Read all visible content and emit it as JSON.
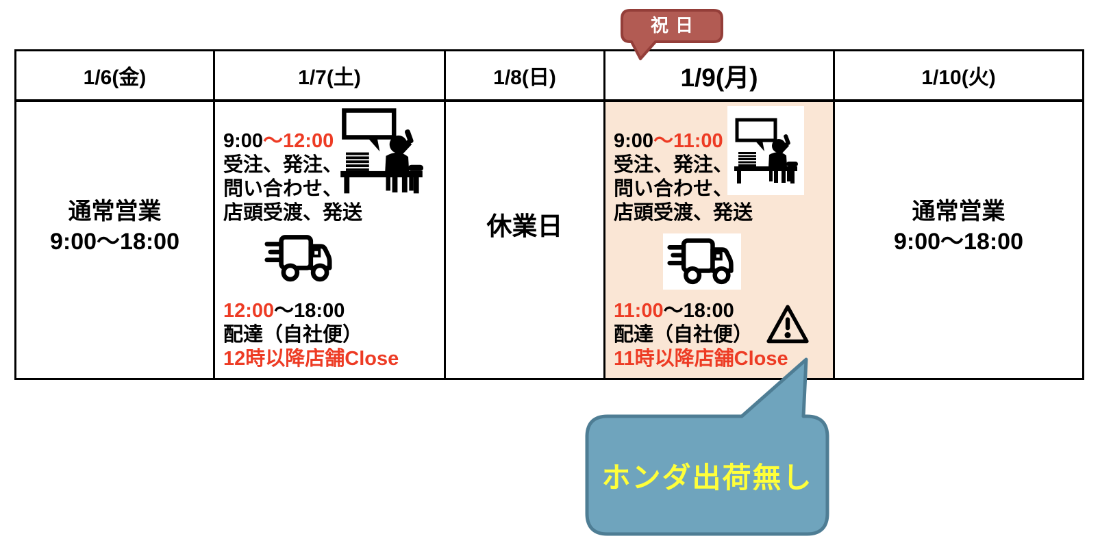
{
  "badge": {
    "label": "祝日",
    "fill": "#B25B53",
    "border": "#943E39",
    "text_color": "#FFFFFF"
  },
  "table": {
    "headers": [
      {
        "label": "1/6(金)"
      },
      {
        "label": "1/7(土)"
      },
      {
        "label": "1/8(日)"
      },
      {
        "label": "1/9(月)"
      },
      {
        "label": "1/10(火)"
      }
    ],
    "friday": {
      "line1": "通常営業",
      "line2": "9:00～18:00"
    },
    "saturday": {
      "morning_time_black": "9:00",
      "morning_time_red": "～12:00",
      "morning_tasks": [
        "受注、発注、",
        "問い合わせ、",
        "店頭受渡、発送"
      ],
      "afternoon_time_red": "12:00",
      "afternoon_time_black": "～18:00",
      "afternoon_task": "配達（自社便）",
      "afternoon_notice": "12時以降店舗Close"
    },
    "sunday": {
      "label": "休業日"
    },
    "monday": {
      "morning_time_black": "9:00",
      "morning_time_red": "～11:00",
      "morning_tasks": [
        "受注、発注、",
        "問い合わせ、",
        "店頭受渡、発送"
      ],
      "afternoon_time_red": "11:00",
      "afternoon_time_black": "～18:00",
      "afternoon_task": "配達（自社便）",
      "afternoon_notice": "11時以降店舗Close",
      "highlight_color": "#FAE6D5"
    },
    "tuesday": {
      "line1": "通常営業",
      "line2": "9:00～18:00"
    }
  },
  "callout": {
    "label": "ホンダ出荷無し",
    "fill": "#6FA4BD",
    "border": "#4E7D94",
    "text_color": "#FFFF3A"
  },
  "icons": {
    "desk": "person-on-phone-at-desk-icon",
    "truck": "delivery-truck-icon",
    "warning": "warning-icon"
  },
  "colors": {
    "accent_red": "#ED3B24",
    "table_border": "#000000",
    "text": "#000000",
    "background": "#FFFFFF"
  }
}
